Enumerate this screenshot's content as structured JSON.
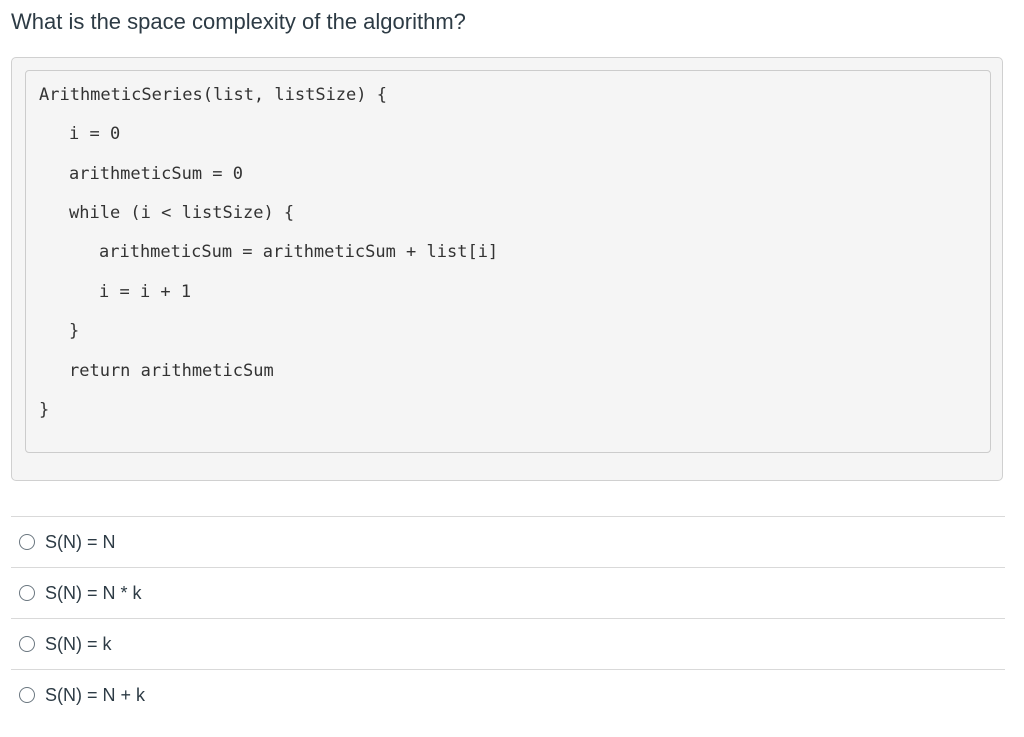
{
  "question": {
    "text": "What is the space complexity of the algorithm?"
  },
  "code": {
    "lines": [
      "ArithmeticSeries(list, listSize) {",
      "i = 0",
      "arithmeticSum = 0",
      "while (i < listSize) {",
      "arithmeticSum = arithmeticSum + list[i]",
      "i = i + 1",
      "}",
      "return arithmeticSum",
      "}"
    ]
  },
  "answers": [
    {
      "label": "S(N) = N",
      "selected": false
    },
    {
      "label": "S(N) = N * k",
      "selected": false
    },
    {
      "label": "S(N) = k",
      "selected": false
    },
    {
      "label": "S(N) = N + k",
      "selected": false
    }
  ]
}
